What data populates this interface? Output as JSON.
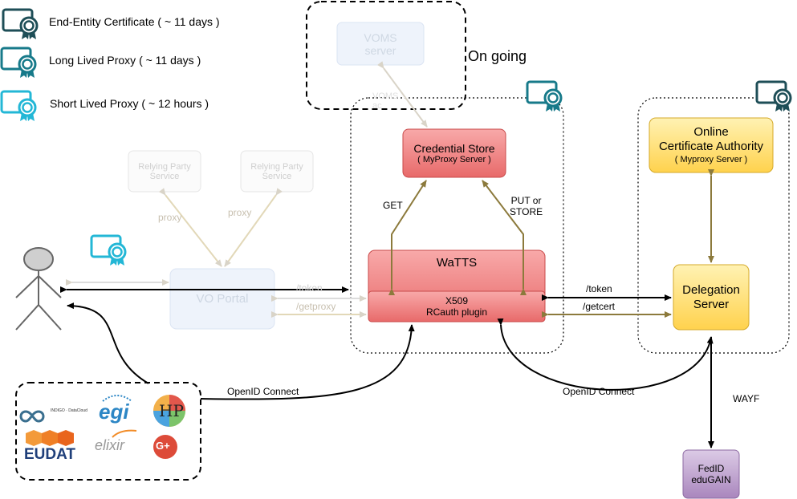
{
  "legend": [
    {
      "label": "End-Entity Certificate ( ~ 11 days )",
      "icon": "certificate-icon",
      "color": "#1e4e57"
    },
    {
      "label": "Long Lived Proxy ( ~ 11 days )",
      "icon": "certificate-icon",
      "color": "#177a8a"
    },
    {
      "label": "Short Lived Proxy ( ~ 12 hours )",
      "icon": "certificate-icon",
      "color": "#23b7d6"
    }
  ],
  "ongoing_label": "On going",
  "nodes": {
    "voms": {
      "title": "VOMS",
      "subtitle": "server"
    },
    "voms_faded_edge": "VOMS\nac",
    "relying_party_1": {
      "title": "Relying Party",
      "subtitle": "Service"
    },
    "relying_party_2": {
      "title": "Relying Party",
      "subtitle": "Service"
    },
    "vo_portal": "VO Portal",
    "credential_store": {
      "title": "Credential Store",
      "subtitle": "( MyProxy Server )"
    },
    "watts": "WaTTS",
    "x509_plugin": {
      "title": "X509",
      "subtitle": "RCauth plugin"
    },
    "online_ca": {
      "line1": "Online",
      "line2": "Certificate Authority",
      "subtitle": "( Myproxy Server )"
    },
    "delegation_server": {
      "line1": "Delegation",
      "line2": "Server"
    },
    "fedid": {
      "line1": "FedID",
      "line2": "eduGAIN"
    }
  },
  "edge_labels": {
    "proxy_1": "proxy",
    "proxy_2": "proxy",
    "token_faded": "/token",
    "getproxy_faded": "/getproxy",
    "get": "GET",
    "put_store": "PUT or\nSTORE",
    "token": "/token",
    "getcert": "/getcert",
    "openid_left": "OpenID Connect",
    "openid_right": "OpenID Connect",
    "wayf": "WAYF"
  },
  "idp_logos": [
    {
      "name": "indigo-logo",
      "text": "INDIGO · DataCloud"
    },
    {
      "name": "egi-logo",
      "text": "egi"
    },
    {
      "name": "hbp-logo",
      "text": "HP"
    },
    {
      "name": "eudat-logo",
      "text": "EUDAT"
    },
    {
      "name": "elixir-logo",
      "text": "elixir"
    },
    {
      "name": "google-plus-logo",
      "text": "G+"
    }
  ],
  "colors": {
    "red_box": "#f08080",
    "yellow_box": "#ffd966",
    "purple_box": "#b9a0c9",
    "olive_arrow": "#8c7a3c",
    "faded": "#d9d4c8"
  }
}
